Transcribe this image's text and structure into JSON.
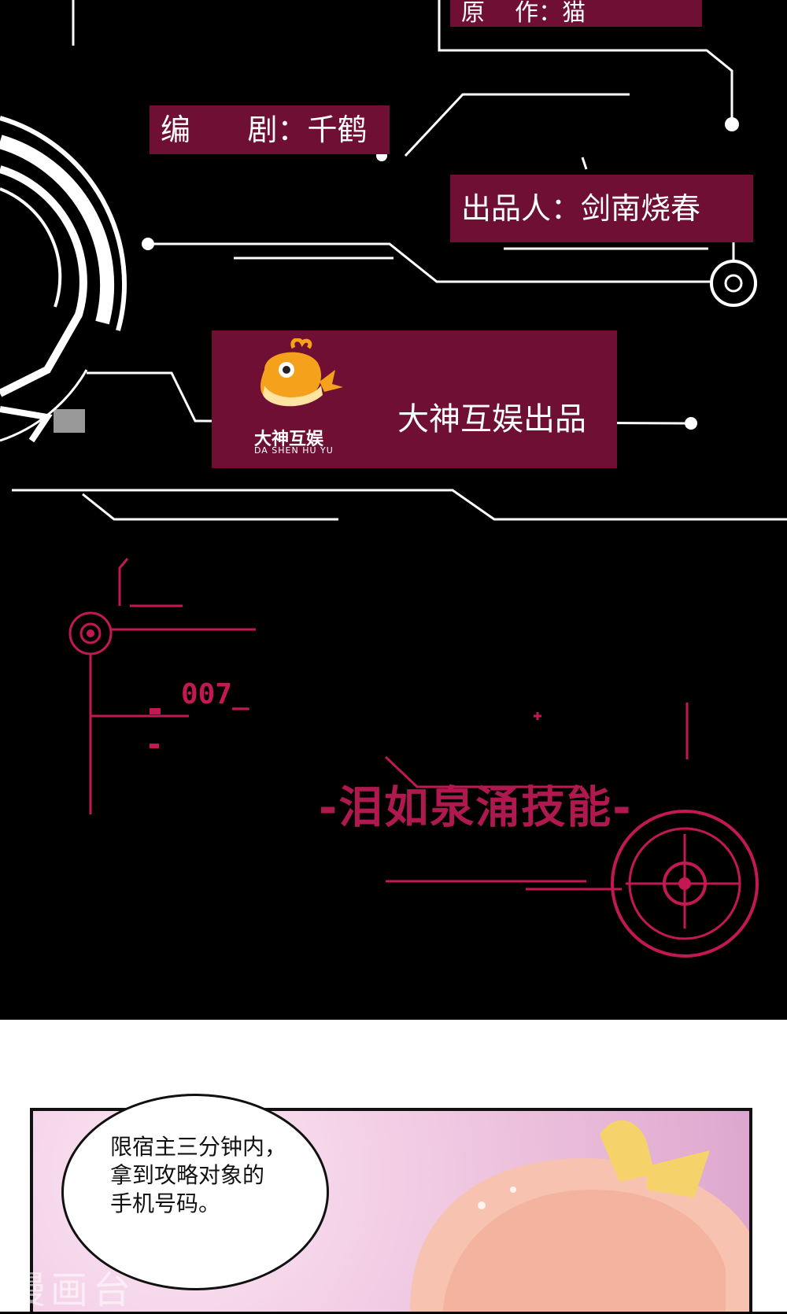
{
  "credits": {
    "original_author": "原    作：猫",
    "screenwriter": "编      剧：千鹤",
    "producer": "出品人：剑南烧春"
  },
  "brand": {
    "logo_name_cn": "大神互娱",
    "logo_name_en": "DA SHEN HU YU",
    "presents": "大神互娱出品"
  },
  "hud": {
    "code": "007_",
    "skill_title": "-泪如泉涌技能-"
  },
  "comic": {
    "speech": [
      "限宿主三分钟内，",
      "拿到攻略对象的",
      "手机号码。"
    ]
  },
  "watermark": "漫画台",
  "colors": {
    "credit_bg": "#6e0f33",
    "hud_red": "#c31853",
    "logo_orange": "#f5a11b"
  }
}
